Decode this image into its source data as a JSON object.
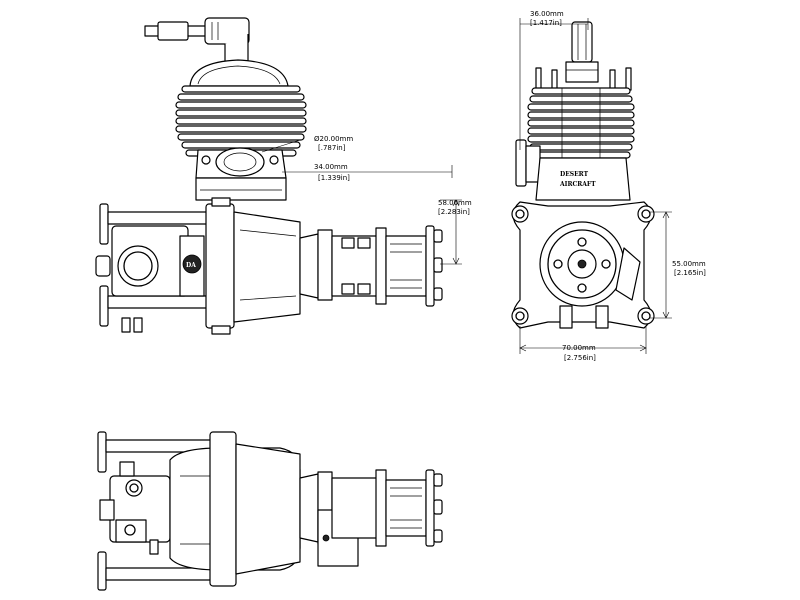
{
  "dimensions": {
    "top_width": {
      "mm": "36.00mm",
      "in": "[1.417in]"
    },
    "bore": {
      "mm": "Ø20.00mm",
      "in": "[.787in]"
    },
    "offset": {
      "mm": "34.00mm",
      "in": "[1.339in]"
    },
    "height_side": {
      "mm": "58.00mm",
      "in": "[2.283in]"
    },
    "height_front": {
      "mm": "55.00mm",
      "in": "[2.165in]"
    },
    "width_front": {
      "mm": "70.00mm",
      "in": "[2.756in]"
    }
  },
  "logo": {
    "line1": "DESERT",
    "line2": "AIRCRAFT"
  }
}
